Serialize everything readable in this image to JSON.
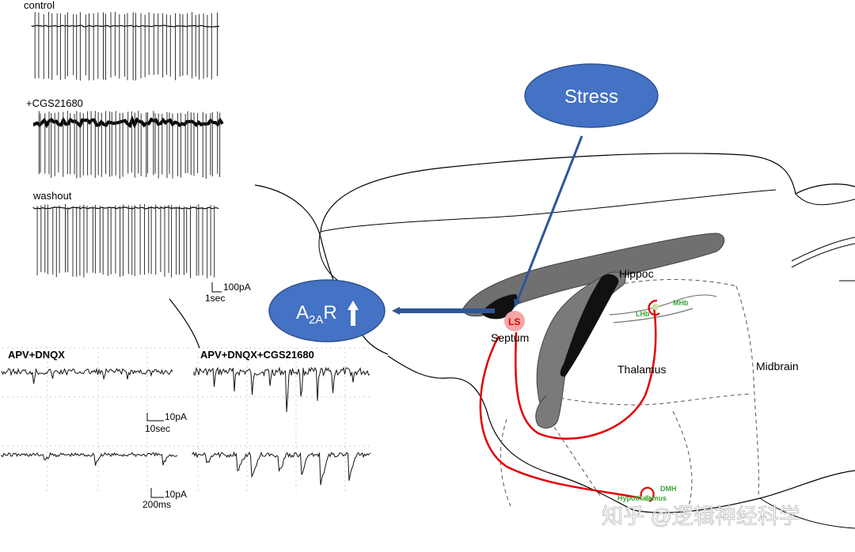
{
  "traces": {
    "control_label": "control",
    "agonist_label": "+CGS21680",
    "washout_label": "washout",
    "scale_current": "100pA",
    "scale_time": "1sec"
  },
  "mini_traces": {
    "left_label": "APV+DNQX",
    "right_label": "APV+DNQX+CGS21680",
    "scale1_current": "10pA",
    "scale1_time": "10sec",
    "scale2_current": "10pA",
    "scale2_time": "200ms"
  },
  "diagram": {
    "stress_label": "Stress",
    "receptor_label_main": "A",
    "receptor_label_sub": "2A",
    "receptor_label_end": "R",
    "ls_label": "LS",
    "septum_label": "Septum",
    "hippoc_label": "Hippoc",
    "thalamus_label": "Thalamus",
    "midbrain_label": "Midbrain",
    "lhb_label": "LHb",
    "mhb_label": "MHb",
    "dmh_label": "DMH",
    "hypothalamus_label": "Hypothalamus"
  },
  "watermark": "知乎 @逻辑神经科学",
  "colors": {
    "ellipse_fill": "#4472c4",
    "ellipse_stroke": "#2f528f",
    "pathway_red": "#e00000",
    "ls_fill": "#f4a6a6",
    "hb_green": "#3aa63a",
    "brain_gray": "#707070",
    "ventricle_black": "#111111"
  }
}
